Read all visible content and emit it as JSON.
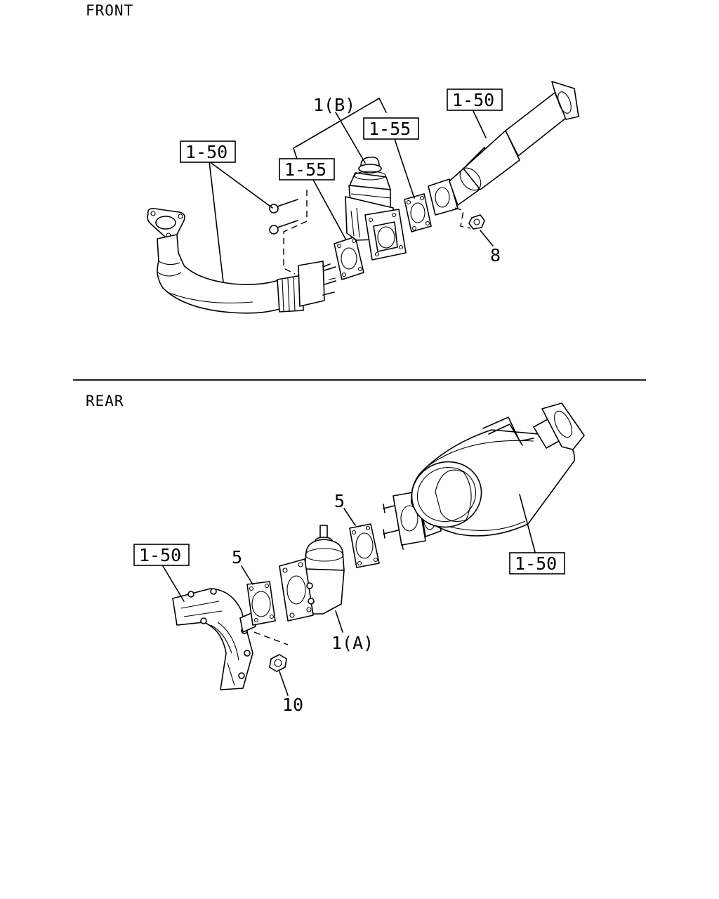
{
  "sections": {
    "front": "FRONT",
    "rear": "REAR"
  },
  "front": {
    "ref_pipe_left": "1-50",
    "ref_pipe_right": "1-55",
    "ref_gasket_left": "1-55",
    "ref_pipe_top": "1-50",
    "callout_valve": "1(B)",
    "callout_nut": "8"
  },
  "rear": {
    "ref_pipe_left": "1-50",
    "ref_muffler": "1-50",
    "callout_gasket_left": "5",
    "callout_gasket_right": "5",
    "callout_valve": "1(A)",
    "callout_nut": "10"
  }
}
